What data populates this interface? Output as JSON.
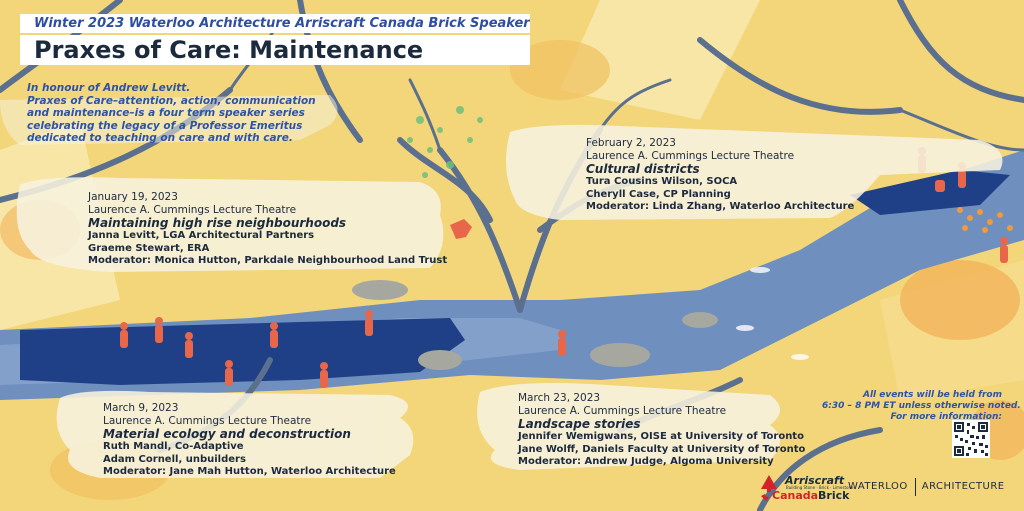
{
  "series": "Winter 2023 Waterloo Architecture Arriscraft Canada Brick Speaker Series",
  "title": "Praxes of Care: Maintenance",
  "intro": [
    "In honour of Andrew Levitt.",
    "Praxes of Care–attention, action, communication",
    "and maintenance–is a four term speaker series",
    "celebrating the legacy of a Professor Emeritus",
    "dedicated to teaching on care and with care."
  ],
  "events": [
    {
      "date": "January 19, 2023",
      "venue": "Laurence A. Cummings Lecture Theatre",
      "topic": "Maintaining high rise neighbourhoods",
      "people": [
        "Janna Levitt, LGA Architectural Partners",
        "Graeme Stewart, ERA",
        "Moderator:  Monica Hutton, Parkdale Neighbourhood Land Trust"
      ]
    },
    {
      "date": "February 2, 2023",
      "venue": "Laurence A. Cummings Lecture Theatre",
      "topic": "Cultural districts",
      "people": [
        "Tura Cousins Wilson, SOCA",
        "Cheryll Case, CP Planning",
        "Moderator: Linda Zhang, Waterloo Architecture"
      ]
    },
    {
      "date": "March 9, 2023",
      "venue": "Laurence A. Cummings Lecture Theatre",
      "topic": "Material ecology and deconstruction",
      "people": [
        "Ruth Mandl, Co-Adaptive",
        "Adam Cornell, unbuilders",
        "Moderator: Jane Mah Hutton, Waterloo Architecture"
      ]
    },
    {
      "date": "March 23, 2023",
      "venue": "Laurence A. Cummings Lecture Theatre",
      "topic": "Landscape stories",
      "people": [
        "Jennifer Wemigwans, OISE at University of Toronto",
        "Jane Wolff, Daniels Faculty at University of Toronto",
        "Moderator: Andrew Judge, Algoma University"
      ]
    }
  ],
  "note": [
    "All events will be held from",
    "6:30 – 8 PM ET unless otherwise noted.",
    "For more information:"
  ],
  "logos": {
    "arriscraft": "Arriscraft",
    "arriscraft_tagline": "Building Stone · Brick · Limestone",
    "canada": "Canada",
    "brick": "Brick",
    "waterloo": "WATERLOO",
    "architecture": "ARCHITECTURE"
  },
  "colors": {
    "yellow": "#f3d67a",
    "river_blue": "#6f8fbf",
    "deep_blue": "#1f3f86",
    "figure_orange": "#e8664a",
    "text_blue": "#2c53a8",
    "dark": "#1c2a3e"
  }
}
